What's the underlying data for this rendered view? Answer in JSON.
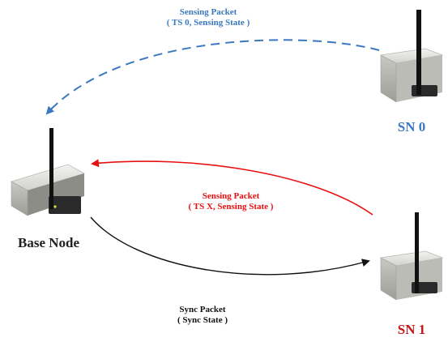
{
  "nodes": {
    "base": {
      "label": "Base Node",
      "color": "#222222"
    },
    "sn0": {
      "label": "SN 0",
      "color": "#3a78c0"
    },
    "sn1": {
      "label": "SN 1",
      "color": "#c81414"
    }
  },
  "packets": {
    "sensing_sn0": {
      "title": "Sensing Packet",
      "detail": "( TS 0, Sensing State )",
      "color": "#3a78c0"
    },
    "sensing_sn1": {
      "title": "Sensing Packet",
      "detail": "( TS X, Sensing State )",
      "color": "#e81010"
    },
    "sync": {
      "title": "Sync Packet",
      "detail": "( Sync State )",
      "color": "#111111"
    }
  },
  "colors": {
    "device_body": "#dcdcd8",
    "device_front": "#2a2a2a",
    "antenna": "#111111"
  }
}
